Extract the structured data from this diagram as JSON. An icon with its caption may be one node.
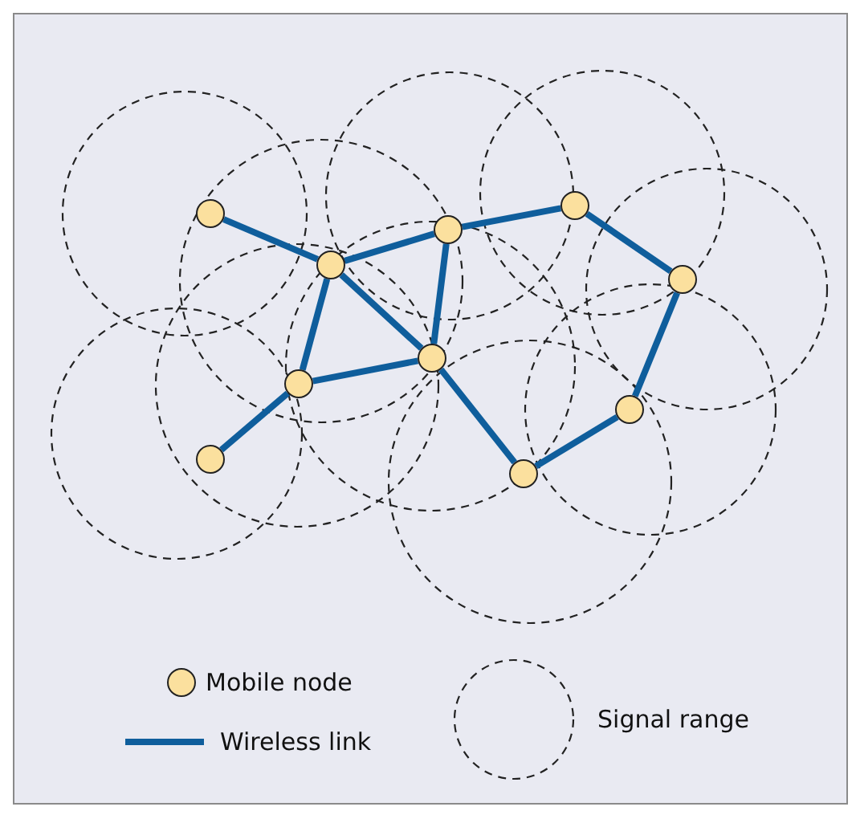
{
  "diagram": {
    "nodes": [
      {
        "text": [],
        "shape": "circle"
      },
      {
        "text": [],
        "shape": "circle"
      },
      {
        "text": [],
        "shape": "circle"
      },
      {
        "text": [],
        "shape": "circle"
      },
      {
        "text": [],
        "shape": "circle"
      },
      {
        "text": [],
        "shape": "circle"
      },
      {
        "text": [],
        "shape": "circle"
      },
      {
        "text": [],
        "shape": "circle"
      },
      {
        "text": [],
        "shape": "circle"
      },
      {
        "text": [],
        "shape": "circle"
      }
    ],
    "edges": [
      {
        "from": 0,
        "to": 1,
        "arrow": "none"
      },
      {
        "from": 1,
        "to": 2,
        "arrow": "none"
      },
      {
        "from": 2,
        "to": 3,
        "arrow": "none"
      },
      {
        "from": 3,
        "to": 4,
        "arrow": "none"
      },
      {
        "from": 4,
        "to": 7,
        "arrow": "none"
      },
      {
        "from": 7,
        "to": 9,
        "arrow": "none"
      },
      {
        "from": 9,
        "to": 6,
        "arrow": "none"
      },
      {
        "from": 1,
        "to": 6,
        "arrow": "none"
      },
      {
        "from": 2,
        "to": 6,
        "arrow": "none"
      },
      {
        "from": 1,
        "to": 5,
        "arrow": "none"
      },
      {
        "from": 5,
        "to": 6,
        "arrow": "none"
      },
      {
        "from": 5,
        "to": 8,
        "arrow": "none"
      }
    ],
    "legend": [
      {
        "text": "Mobile node"
      },
      {
        "text": "Wireless link"
      },
      {
        "text": "Signal range"
      }
    ]
  }
}
